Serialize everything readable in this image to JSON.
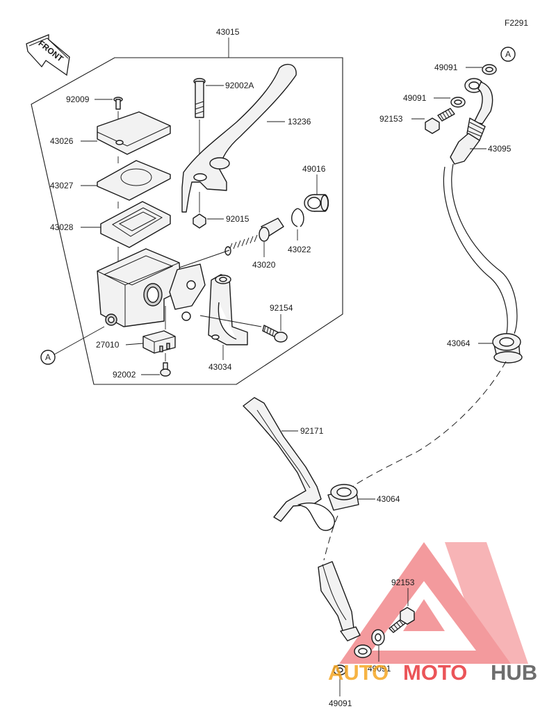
{
  "figure_code": "F2291",
  "front_label": "FRONT",
  "ref_marker": "A",
  "part_numbers": {
    "assembly": "43015",
    "cap_screw": "92009",
    "reservoir_cap": "43026",
    "diaphragm": "43027",
    "plate": "43028",
    "pivot_bolt": "92002A",
    "lever": "13236",
    "lever_nut": "92015",
    "boot": "49016",
    "circlip": "43022",
    "piston_kit": "43020",
    "bolt_92154": "92154",
    "switch": "27010",
    "switch_screw": "92002",
    "clamp_holder": "43034",
    "washer": "49091",
    "banjo_bolt": "92153",
    "brake_hose": "43095",
    "grommet": "43064",
    "hose_bracket": "92171"
  },
  "watermark": {
    "part1": "AUTO",
    "part2": "MOTO",
    "part3": "HUB",
    "color_main": "#e8383d",
    "color_alt": "#f5a623",
    "color_dark": "#555555"
  }
}
